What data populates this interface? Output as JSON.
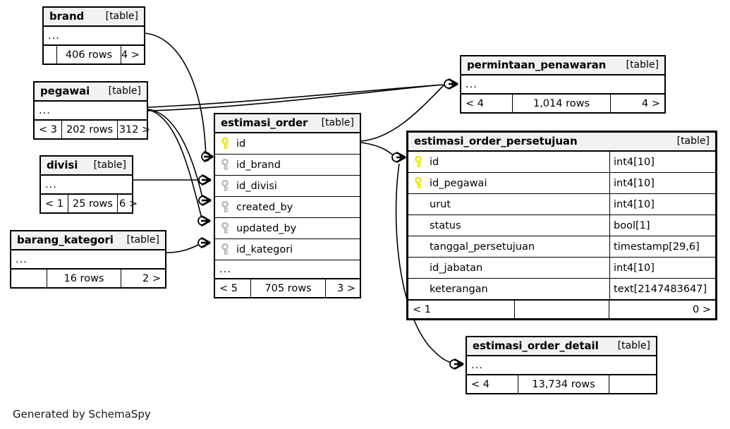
{
  "diagram": {
    "title": "SchemaSpy relationships diagram",
    "credit": "Generated by SchemaSpy",
    "table_tag": "[table]",
    "ellipsis": "...",
    "colors": {
      "primary_key": "#e8e800",
      "foreign_key": "#b8b8b8",
      "border": "#000000",
      "header_bg": "#f2f2f2",
      "background": "#ffffff"
    }
  },
  "tables": [
    {
      "id": "brand",
      "name": "brand",
      "tag": "[table]",
      "columns": [],
      "has_ellipsis": true,
      "footer": {
        "left": "",
        "mid": "406 rows",
        "right": "4 >"
      }
    },
    {
      "id": "pegawai",
      "name": "pegawai",
      "tag": "[table]",
      "columns": [],
      "has_ellipsis": true,
      "footer": {
        "left": "< 3",
        "mid": "202 rows",
        "right": "312 >"
      }
    },
    {
      "id": "divisi",
      "name": "divisi",
      "tag": "[table]",
      "columns": [],
      "has_ellipsis": true,
      "footer": {
        "left": "< 1",
        "mid": "25 rows",
        "right": "6 >"
      }
    },
    {
      "id": "barang_kategori",
      "name": "barang_kategori",
      "tag": "[table]",
      "columns": [],
      "has_ellipsis": true,
      "footer": {
        "left": "",
        "mid": "16 rows",
        "right": "2 >"
      }
    },
    {
      "id": "estimasi_order",
      "name": "estimasi_order",
      "tag": "[table]",
      "columns": [
        {
          "name": "id",
          "key": "primary",
          "type": ""
        },
        {
          "name": "id_brand",
          "key": "foreign",
          "type": ""
        },
        {
          "name": "id_divisi",
          "key": "foreign",
          "type": ""
        },
        {
          "name": "created_by",
          "key": "foreign",
          "type": ""
        },
        {
          "name": "updated_by",
          "key": "foreign",
          "type": ""
        },
        {
          "name": "id_kategori",
          "key": "foreign",
          "type": ""
        }
      ],
      "has_ellipsis": true,
      "footer": {
        "left": "< 5",
        "mid": "705 rows",
        "right": "3 >"
      }
    },
    {
      "id": "permintaan_penawaran",
      "name": "permintaan_penawaran",
      "tag": "[table]",
      "columns": [],
      "has_ellipsis": true,
      "footer": {
        "left": "< 4",
        "mid": "1,014 rows",
        "right": "4 >"
      }
    },
    {
      "id": "estimasi_order_persetujuan",
      "name": "estimasi_order_persetujuan",
      "tag": "[table]",
      "focus": true,
      "columns": [
        {
          "name": "id",
          "key": "primary",
          "type": "int4[10]"
        },
        {
          "name": "id_pegawai",
          "key": "primary",
          "type": "int4[10]"
        },
        {
          "name": "urut",
          "key": "none",
          "type": "int4[10]"
        },
        {
          "name": "status",
          "key": "none",
          "type": "bool[1]"
        },
        {
          "name": "tanggal_persetujuan",
          "key": "none",
          "type": "timestamp[29,6]"
        },
        {
          "name": "id_jabatan",
          "key": "none",
          "type": "int4[10]"
        },
        {
          "name": "keterangan",
          "key": "none",
          "type": "text[2147483647]"
        }
      ],
      "has_ellipsis": false,
      "footer": {
        "left": "< 1",
        "mid": "",
        "right": "0 >"
      }
    },
    {
      "id": "estimasi_order_detail",
      "name": "estimasi_order_detail",
      "tag": "[table]",
      "columns": [],
      "has_ellipsis": true,
      "footer": {
        "left": "< 4",
        "mid": "13,734 rows",
        "right": ""
      }
    }
  ],
  "relationships": [
    {
      "from": "brand",
      "to": "estimasi_order.id_brand"
    },
    {
      "from": "pegawai",
      "to": "estimasi_order.created_by"
    },
    {
      "from": "pegawai",
      "to": "estimasi_order.updated_by"
    },
    {
      "from": "pegawai",
      "to": "permintaan_penawaran"
    },
    {
      "from": "divisi",
      "to": "estimasi_order.id_divisi"
    },
    {
      "from": "barang_kategori",
      "to": "estimasi_order.id_kategori"
    },
    {
      "from": "estimasi_order.id",
      "to": "permintaan_penawaran"
    },
    {
      "from": "estimasi_order.id",
      "to": "estimasi_order_persetujuan.id"
    },
    {
      "from": "estimasi_order.id",
      "to": "estimasi_order_detail"
    }
  ]
}
